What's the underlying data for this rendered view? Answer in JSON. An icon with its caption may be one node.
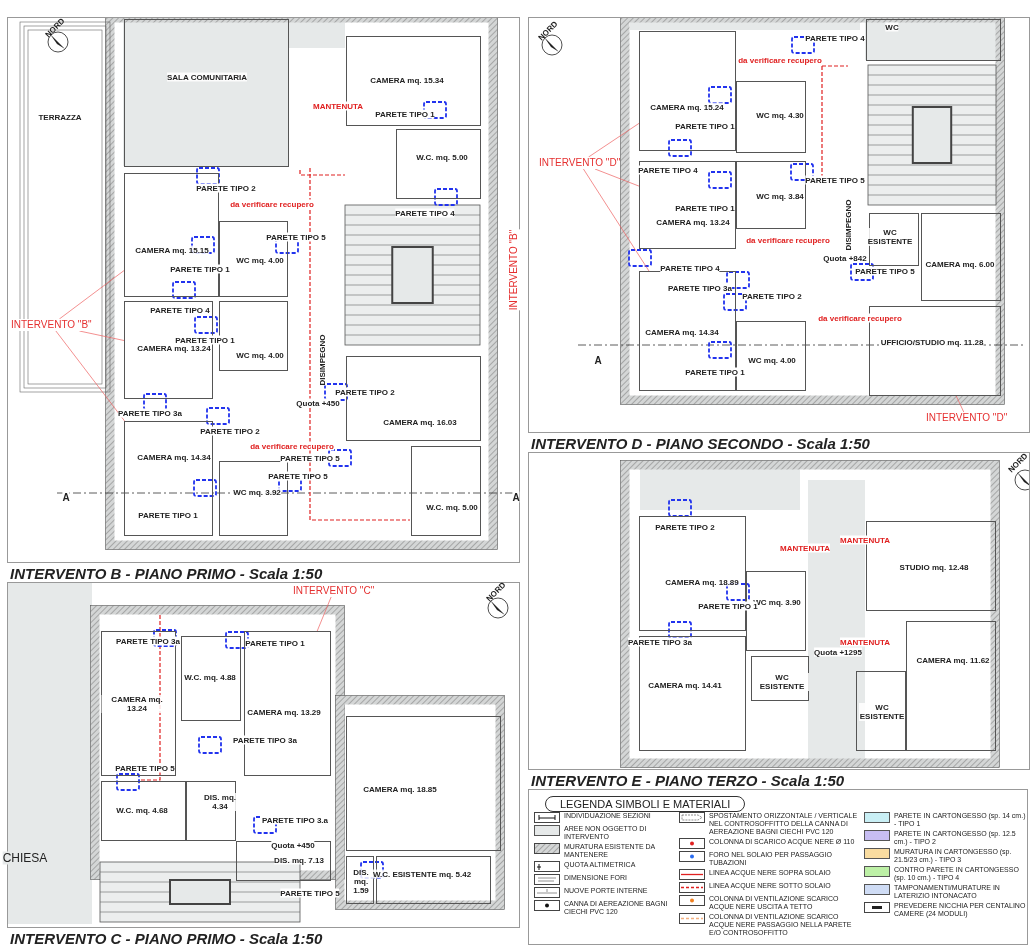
{
  "diagram": {
    "nodes": [
      {
        "text": [
          "INTERVENTO B - PIANO PRIMO - Scala 1:50"
        ]
      },
      {
        "text": [
          "SALA COMUNITARIA"
        ],
        "in": 0
      },
      {
        "text": [
          "CAMERA mq. 15.34"
        ],
        "in": 0
      },
      {
        "text": [
          "W.C. mq. 5.00"
        ],
        "in": 0
      },
      {
        "text": [
          "CAMERA mq. 15.15"
        ],
        "in": 0
      },
      {
        "text": [
          "WC mq. 4.00"
        ],
        "in": 0
      },
      {
        "text": [
          "CAMERA mq. 13.24"
        ],
        "in": 0
      },
      {
        "text": [
          "WC mq. 4.00"
        ],
        "in": 0
      },
      {
        "text": [
          "CAMERA mq. 14.34"
        ],
        "in": 0
      },
      {
        "text": [
          "WC mq. 3.92"
        ],
        "in": 0
      },
      {
        "text": [
          "CAMERA mq. 16.03"
        ],
        "in": 0
      },
      {
        "text": [
          "W.C. mq. 5.00"
        ],
        "in": 0
      },
      {
        "text": [
          "INTERVENTO \"B\""
        ],
        "in": 0
      },
      {
        "text": [
          "INTERVENTO D - PIANO SECONDO - Scala 1:50"
        ]
      },
      {
        "text": [
          "CAMERA mq. 15.24"
        ],
        "in": 13
      },
      {
        "text": [
          "WC mq. 4.30"
        ],
        "in": 13
      },
      {
        "text": [
          "CAMERA mq. 13.24"
        ],
        "in": 13
      },
      {
        "text": [
          "WC mq. 3.84"
        ],
        "in": 13
      },
      {
        "text": [
          "CAMERA mq. 14.34"
        ],
        "in": 13
      },
      {
        "text": [
          "WC mq. 4.00"
        ],
        "in": 13
      },
      {
        "text": [
          "WC"
        ],
        "in": 13
      },
      {
        "text": [
          "WC ESISTENTE"
        ],
        "in": 13
      },
      {
        "text": [
          "CAMERA mq. 6.00"
        ],
        "in": 13
      },
      {
        "text": [
          "UFFICIO/STUDIO mq. 11.28"
        ],
        "in": 13
      },
      {
        "text": [
          "INTERVENTO \"D\""
        ],
        "in": 13
      },
      {
        "text": [
          "INTERVENTO \"D\""
        ],
        "in": 13
      },
      {
        "text": [
          "INTERVENTO C - PIANO PRIMO - Scala 1:50"
        ]
      },
      {
        "text": [
          "CAMERA mq. 13.24"
        ],
        "in": 26
      },
      {
        "text": [
          "W.C. mq. 4.88"
        ],
        "in": 26
      },
      {
        "text": [
          "CAMERA mq. 13.29"
        ],
        "in": 26
      },
      {
        "text": [
          "W.C. mq. 4.68"
        ],
        "in": 26
      },
      {
        "text": [
          "DIS. mq. 4.34"
        ],
        "in": 26
      },
      {
        "text": [
          "DIS. mq. 7.13"
        ],
        "in": 26
      },
      {
        "text": [
          "CAMERA mq. 18.85"
        ],
        "in": 26
      },
      {
        "text": [
          "W.C. ESISTENTE mq. 5.42"
        ],
        "in": 26
      },
      {
        "text": [
          "DIS. mq. 1.59"
        ],
        "in": 26
      },
      {
        "text": [
          "INTERVENTO \"C\""
        ],
        "in": 26
      },
      {
        "text": [
          "INTERVENTO E - PIANO TERZO - Scala 1:50"
        ]
      },
      {
        "text": [
          "CAMERA mq. 18.89"
        ],
        "in": 37
      },
      {
        "text": [
          "WC mq. 3.90"
        ],
        "in": 37
      },
      {
        "text": [
          "CAMERA mq. 14.41"
        ],
        "in": 37
      },
      {
        "text": [
          "WC ESISTENTE"
        ],
        "in": 37
      },
      {
        "text": [
          "STUDIO mq. 12.48"
        ],
        "in": 37
      },
      {
        "text": [
          "CAMERA mq. 11.62"
        ],
        "in": 37
      },
      {
        "text": [
          "WC ESISTENTE"
        ],
        "in": 37
      }
    ],
    "edges": [
      {
        "from": 12,
        "to": 4,
        "arrow": "none"
      },
      {
        "from": 12,
        "to": 6,
        "arrow": "none"
      },
      {
        "from": 12,
        "to": 8,
        "arrow": "none"
      },
      {
        "from": 24,
        "to": 14,
        "arrow": "none"
      },
      {
        "from": 24,
        "to": 16,
        "arrow": "none"
      },
      {
        "from": 24,
        "to": 18,
        "arrow": "none"
      },
      {
        "from": 25,
        "to": 23,
        "arrow": "none"
      },
      {
        "from": 36,
        "to": 29,
        "arrow": "none"
      }
    ],
    "labels": [
      "TERRAZZA",
      "PARETE TIPO 2",
      "PARETE TIPO 1",
      "MANTENUTA",
      "da verificare recupero",
      "PARETE TIPO 5",
      "PARETE TIPO 1",
      "PARETE TIPO 4",
      "PARETE TIPO 4",
      "PARETE TIPO 1",
      "DISIMPEGNO",
      "Quota +450",
      "PARETE TIPO 2",
      "PARETE TIPO 3a",
      "PARETE TIPO 2",
      "da verificare recupero",
      "PARETE TIPO 5",
      "PARETE TIPO 5",
      "PARETE TIPO 1",
      "INTERVENTO \"B\"",
      "A",
      "A",
      "PARETE TIPO 4",
      "da verificare recupero",
      "PARETE TIPO 1",
      "PARETE TIPO 4",
      "PARETE TIPO 1",
      "PARETE TIPO 5",
      "DISIMPEGNO",
      "da verificare recupero",
      "Quota +842",
      "PARETE TIPO 4",
      "PARETE TIPO 3a",
      "PARETE TIPO 2",
      "PARETE TIPO 5",
      "da verificare recupero",
      "PARETE TIPO 1",
      "A",
      "PARETE TIPO 3a",
      "PARETE TIPO 1",
      "PARETE TIPO 3a",
      "PARETE TIPO 5",
      "PARETE TIPO 3.a",
      "Quota +450",
      "PARETE TIPO 5",
      "CHIESA",
      "PARETE TIPO 2",
      "MANTENUTA",
      "MANTENUTA",
      "PARETE TIPO 1",
      "PARETE TIPO 3a",
      "MANTENUTA",
      "Quota +1295",
      "LEGENDA SIMBOLI E MATERIALI",
      "NORD",
      "NORD",
      "NORD",
      "NORD"
    ],
    "legend": [
      {
        "text": "INDIVIDUAZIONE SEZIONI"
      },
      {
        "text": "AREE NON OGGETTO DI INTERVENTO",
        "color": "#e6e9e9"
      },
      {
        "text": "MURATURA ESISTENTE DA MANTENERE"
      },
      {
        "text": "QUOTA ALTIMETRICA"
      },
      {
        "text": "DIMENSIONE FORI"
      },
      {
        "text": "NUOVE PORTE INTERNE"
      },
      {
        "text": "CANNA DI AEREAZIONE BAGNI CIECHI PVC 120"
      },
      {
        "text": "SPOSTAMENTO ORIZZONTALE / VERTICALE NEL CONTROSOFFITTO DELLA CANNA DI AEREAZIONE BAGNI CIECHI PVC 120"
      },
      {
        "text": "COLONNA DI SCARICO ACQUE NERE Ø 110"
      },
      {
        "text": "FORO NEL SOLAIO PER PASSAGGIO TUBAZIONI"
      },
      {
        "text": "LINEA ACQUE NERE SOPRA SOLAIO"
      },
      {
        "text": "LINEA ACQUE NERE SOTTO SOLAIO"
      },
      {
        "text": "COLONNA DI VENTILAZIONE SCARICO ACQUE NERE USCITA A TETTO"
      },
      {
        "text": "COLONNA DI VENTILAZIONE SCARICO ACQUE NERE PASSAGGIO NELLA PARETE E/O CONTROSOFFITTO"
      },
      {
        "text": "PARETE IN CARTONGESSO (sp. 14 cm.) - TIPO 1",
        "color": "#c9eff5"
      },
      {
        "text": "PARETE IN CARTONGESSO (sp. 12.5 cm.) - TIPO 2",
        "color": "#c7bdf2"
      },
      {
        "text": "MURATURA IN CARTONGESSO (sp. 21.5/23 cm.) - TIPO 3",
        "color": "#f9dca0"
      },
      {
        "text": "CONTRO PARETE IN CARTONGESSO (sp. 10 cm.) - TIPO 4",
        "color": "#bdf0a6"
      },
      {
        "text": "TAMPONAMENTI/MURATURE IN LATERIZIO INTONACATO",
        "color": "#cfdcf5"
      },
      {
        "text": "PREVEDERE NICCHIA PER CENTALINO CAMERE (24 MODULI)"
      }
    ]
  }
}
